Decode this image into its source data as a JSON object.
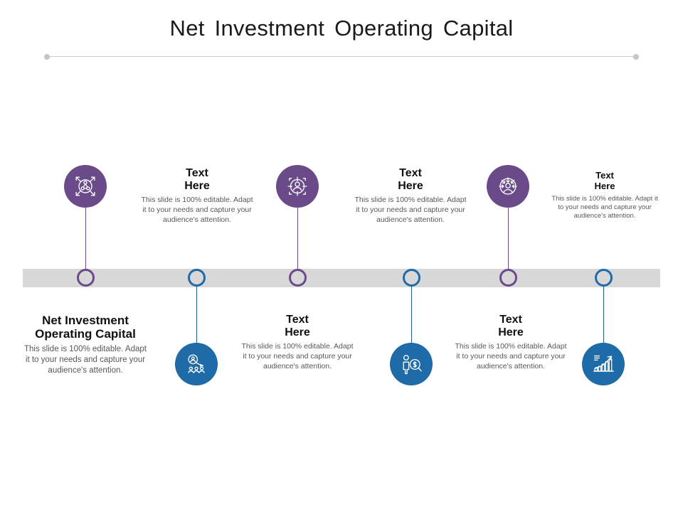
{
  "slide": {
    "title": "Net Investment  Operating  Capital",
    "background_color": "#ffffff",
    "accent_purple": "#6a4a88",
    "accent_blue": "#1f6ba8",
    "timeline_bar_color": "#d8d8d8",
    "divider_color": "#c9c9cd"
  },
  "body_text": "This slide is 100% editable. Adapt it to your needs and capture your audience's attention.",
  "top_items": [
    {
      "icon": "crossed-arrows-network-icon",
      "icon_color": "#6a4a88",
      "marker_color": "#6a4a88",
      "heading": "",
      "body": ""
    },
    {
      "icon": "",
      "heading": "Text Here",
      "heading_line1": "Text",
      "heading_line2": "Here",
      "body": "This slide is 100% editable. Adapt it to your needs and capture your audience's attention."
    },
    {
      "icon": "person-target-icon",
      "icon_color": "#6a4a88",
      "marker_color": "#6a4a88",
      "heading": "",
      "body": ""
    },
    {
      "icon": "",
      "heading": "Text Here",
      "heading_line1": "Text",
      "heading_line2": "Here",
      "body": "This slide is 100% editable. Adapt it to your needs and capture your audience's attention."
    },
    {
      "icon": "person-inward-arrows-icon",
      "icon_color": "#6a4a88",
      "marker_color": "#6a4a88",
      "heading": "",
      "body": ""
    },
    {
      "icon": "",
      "heading": "Text Here",
      "heading_line1": "Text",
      "heading_line2": "Here",
      "body": "This slide is 100% editable. Adapt it to your needs and capture your audience's attention."
    }
  ],
  "bottom_items": [
    {
      "icon": "",
      "heading_line1": "Net Investment",
      "heading_line2": "Operating Capital",
      "body": "This slide is 100% editable. Adapt it to your needs and capture your audience's attention."
    },
    {
      "icon": "magnifier-people-search-icon",
      "icon_color": "#1f6ba8",
      "marker_color": "#1f6ba8"
    },
    {
      "icon": "",
      "heading_line1": "Text",
      "heading_line2": "Here",
      "body": "This slide is 100% editable. Adapt it to your needs and capture your audience's attention."
    },
    {
      "icon": "person-money-magnifier-icon",
      "icon_color": "#1f6ba8",
      "marker_color": "#1f6ba8"
    },
    {
      "icon": "",
      "heading_line1": "Text",
      "heading_line2": "Here",
      "body": "This slide is 100% editable. Adapt it to your needs and capture your audience's attention."
    },
    {
      "icon": "growth-bar-chart-icon",
      "icon_color": "#1f6ba8",
      "marker_color": "#1f6ba8"
    }
  ]
}
